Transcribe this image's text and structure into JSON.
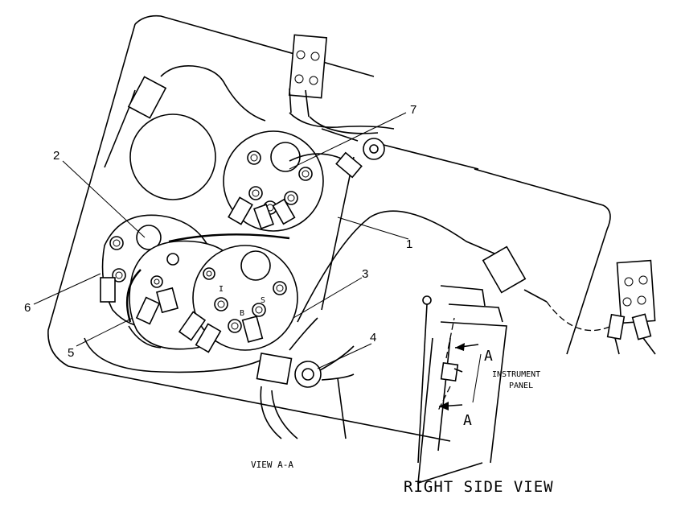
{
  "callouts": [
    {
      "id": "1",
      "text": "1"
    },
    {
      "id": "2",
      "text": "2"
    },
    {
      "id": "3",
      "text": "3"
    },
    {
      "id": "4",
      "text": "4"
    },
    {
      "id": "5",
      "text": "5"
    },
    {
      "id": "6",
      "text": "6"
    },
    {
      "id": "7",
      "text": "7"
    }
  ],
  "terminal_marks": {
    "left": "I",
    "middle": "B",
    "right": "S"
  },
  "view_label": "VIEW A-A",
  "side_view": {
    "section_a_top": "A",
    "section_a_bottom": "A",
    "instrument_line1": "INSTRUMENT",
    "instrument_line2": "PANEL",
    "title": "RIGHT SIDE VIEW"
  }
}
